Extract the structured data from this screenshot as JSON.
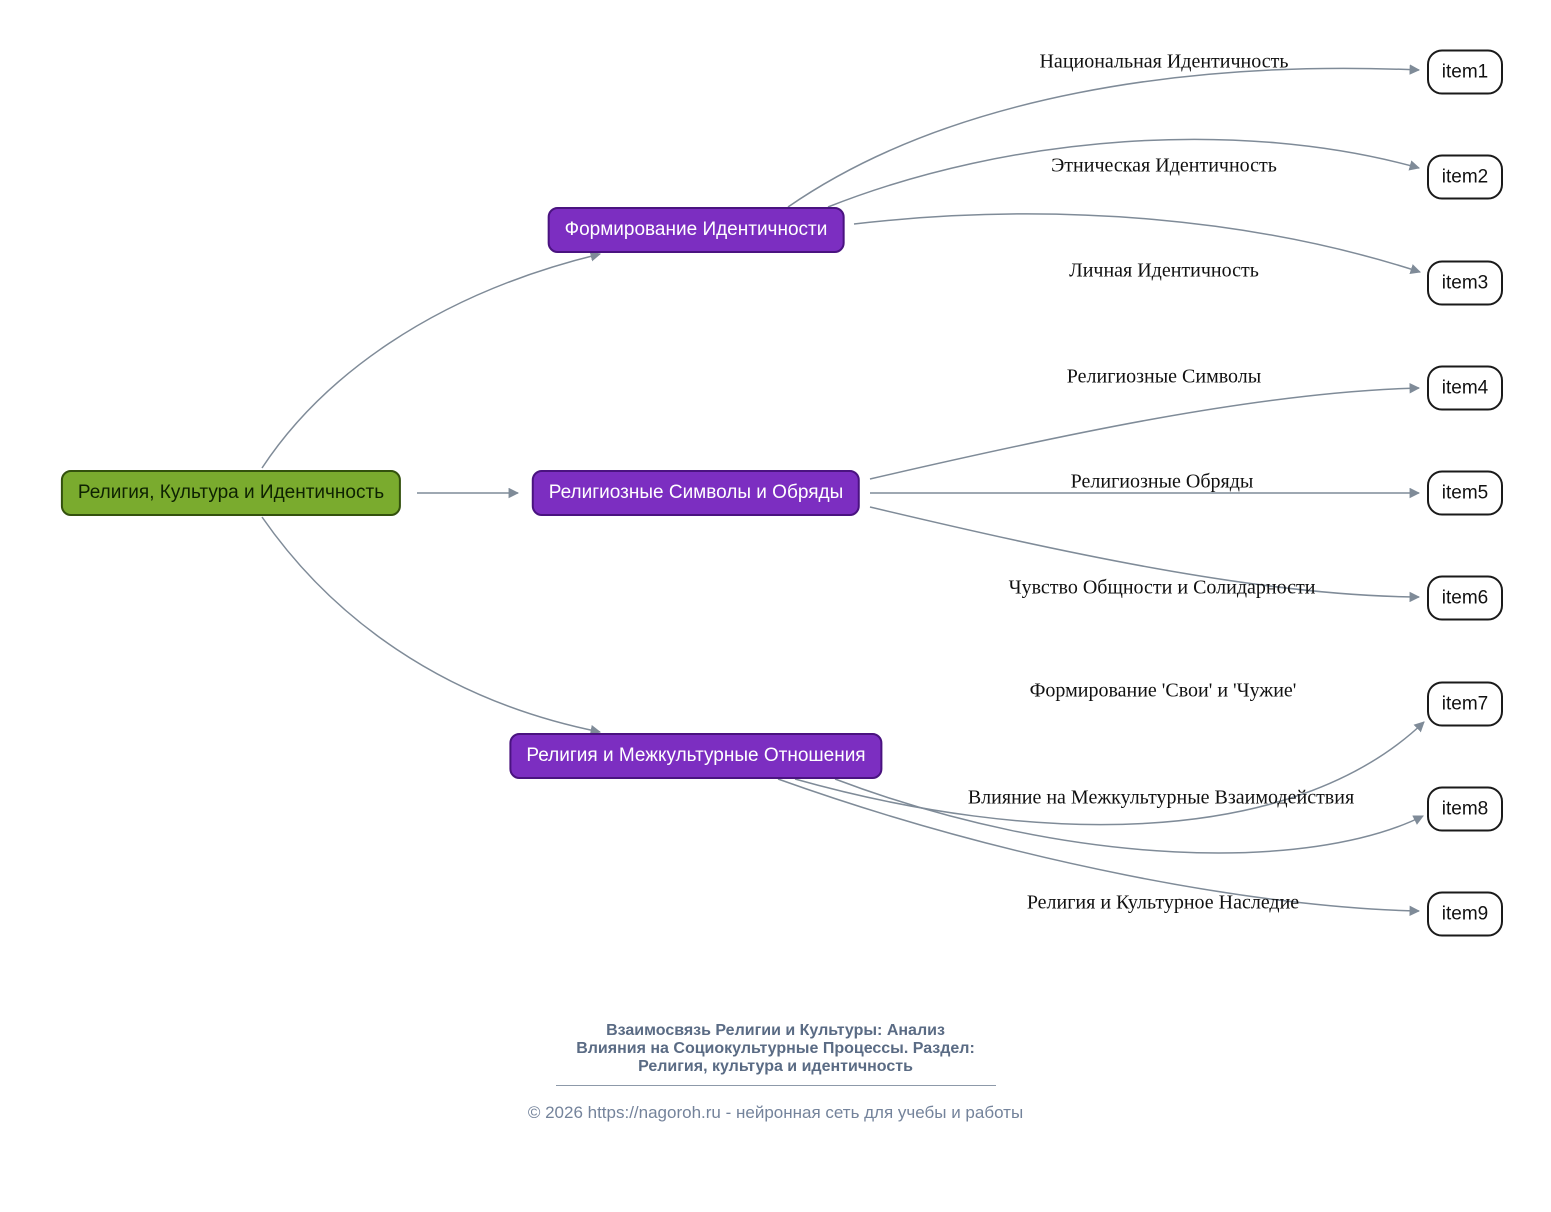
{
  "diagram": {
    "root": {
      "label": "Религия, Культура и Идентичность"
    },
    "branches": [
      {
        "label": "Формирование Идентичности",
        "children": [
          {
            "edge_label": "Национальная Идентичность",
            "label": "item1"
          },
          {
            "edge_label": "Этническая Идентичность",
            "label": "item2"
          },
          {
            "edge_label": "Личная Идентичность",
            "label": "item3"
          }
        ]
      },
      {
        "label": "Религиозные Символы и Обряды",
        "children": [
          {
            "edge_label": "Религиозные Символы",
            "label": "item4"
          },
          {
            "edge_label": "Религиозные Обряды",
            "label": "item5"
          },
          {
            "edge_label": "Чувство Общности и Солидарности",
            "label": "item6"
          }
        ]
      },
      {
        "label": "Религия и Межкультурные Отношения",
        "children": [
          {
            "edge_label": "Формирование 'Свои' и 'Чужие'",
            "label": "item7"
          },
          {
            "edge_label": "Влияние на Межкультурные Взаимодействия",
            "label": "item8"
          },
          {
            "edge_label": "Религия и Культурное Наследие",
            "label": "item9"
          }
        ]
      }
    ]
  },
  "footer": {
    "title_line1": "Взаимосвязь Религии и Культуры: Анализ",
    "title_line2": "Влияния на Социокультурные Процессы. Раздел:",
    "title_line3": "Религия, культура и идентичность",
    "copyright": "© 2026 https://nagoroh.ru - нейронная сеть для учебы и работы"
  },
  "colors": {
    "root_fill": "#7aab2e",
    "root_border": "#33510d",
    "branch_fill": "#7c2ec1",
    "branch_border": "#4a1380",
    "leaf_fill": "#ffffff",
    "leaf_border": "#1a1a1a",
    "edge": "#7f8b98",
    "footer_title": "#5a6b84",
    "footer_copyright": "#74839b"
  }
}
